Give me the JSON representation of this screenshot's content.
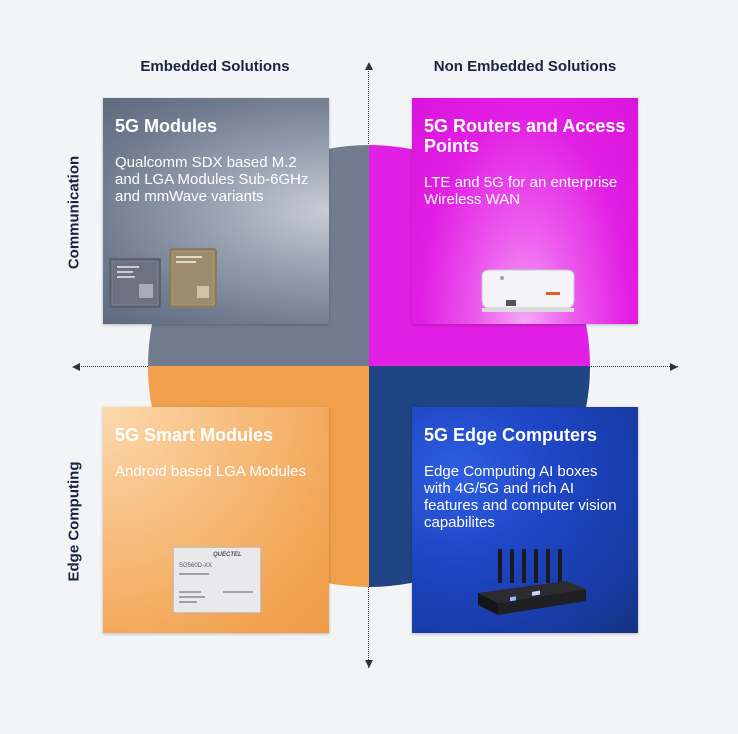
{
  "columns": {
    "left": "Embedded Solutions",
    "right": "Non Embedded Solutions"
  },
  "rows": {
    "top": "Communication",
    "bottom": "Edge Computing"
  },
  "quadrants": {
    "top_left": {
      "title": "5G Modules",
      "desc": "Qualcomm SDX based M.2 and LGA Modules Sub-6GHz and mmWave variants",
      "color": "#717d8f"
    },
    "top_right": {
      "title": "5G Routers and Access Points",
      "desc": "LTE and 5G for an enterprise Wireless WAN",
      "color": "#e21fe4"
    },
    "bottom_left": {
      "title": "5G Smart Modules",
      "desc": "Android based LGA Modules",
      "color": "#f0a04b",
      "chip_brand": "QUECTEL",
      "chip_model": "SG560D-XX"
    },
    "bottom_right": {
      "title": "5G Edge Computers",
      "desc": "Edge Computing AI boxes with 4G/5G and rich AI features and computer vision capabilites",
      "color": "#1f4585"
    }
  },
  "icons": [
    "module-chip-icon",
    "router-device-icon",
    "smart-module-chip-icon",
    "edge-computer-icon"
  ]
}
